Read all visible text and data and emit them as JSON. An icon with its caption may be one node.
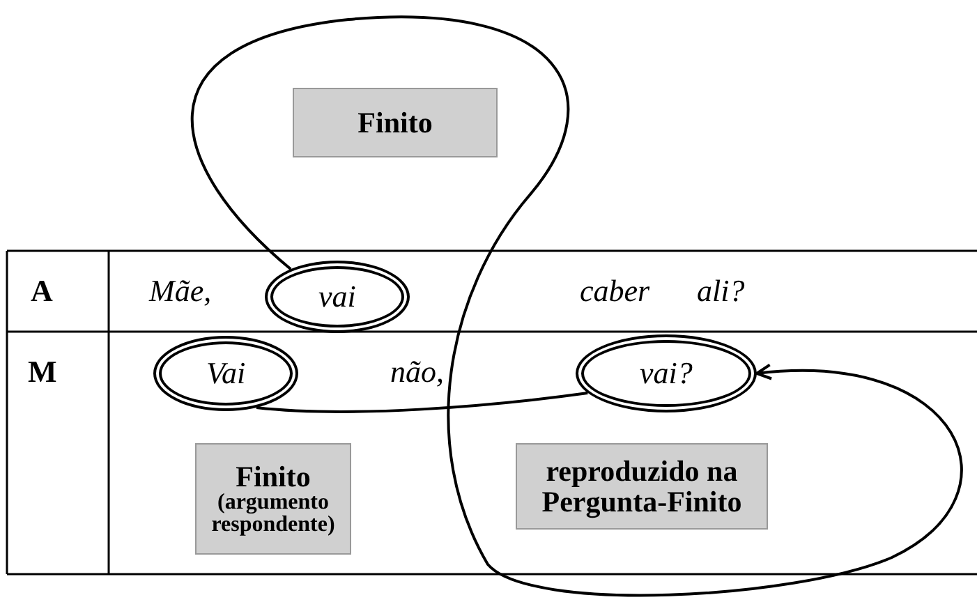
{
  "diagram": {
    "nodes": [
      {
        "text": [
          "Finito"
        ]
      },
      {
        "text": [
          "vai"
        ]
      },
      {
        "text": [
          "Vai"
        ]
      },
      {
        "text": [
          "vai?"
        ]
      },
      {
        "text": [
          "Finito",
          "(argumento respondente)"
        ]
      },
      {
        "text": [
          "reproduzido na Pergunta-Finito"
        ]
      }
    ],
    "edges": [
      {
        "from": 1,
        "to": 3,
        "arrow": "to"
      },
      {
        "from": 2,
        "to": 3,
        "arrow": "none"
      }
    ],
    "labels": [
      "A",
      "Mãe,",
      "caber",
      "ali?",
      "M",
      "não,"
    ]
  }
}
